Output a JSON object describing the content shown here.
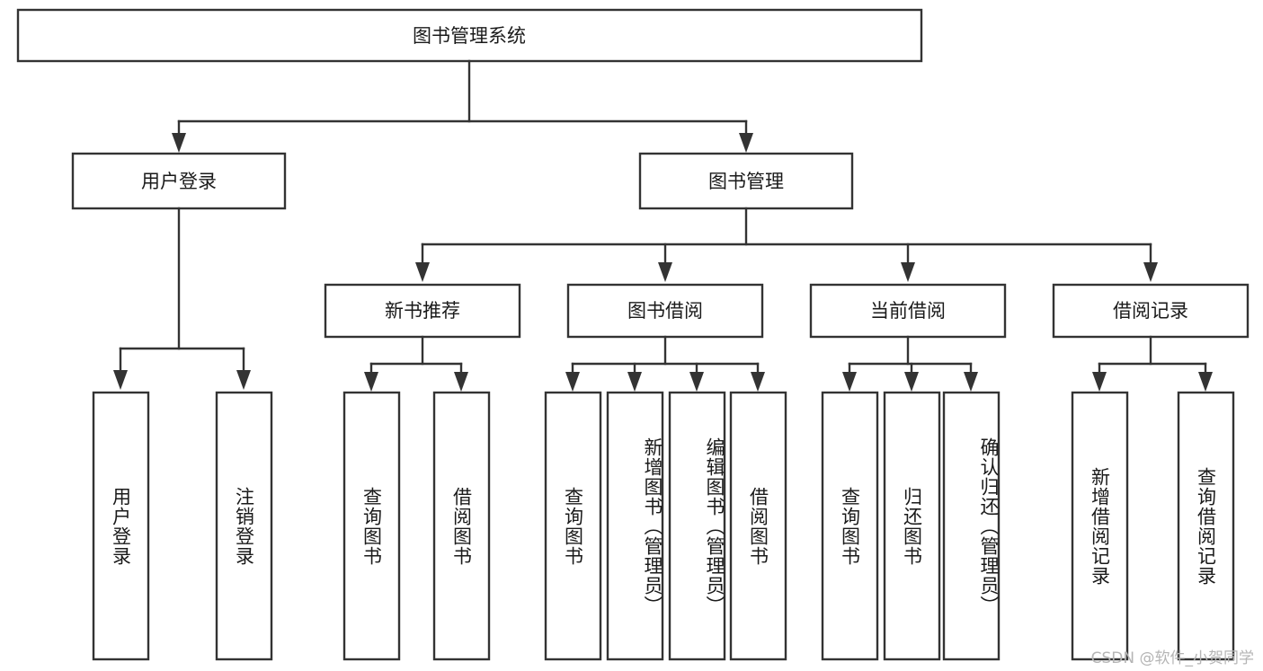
{
  "diagram": {
    "type": "tree-hierarchy",
    "title": "图书管理系统",
    "watermark": "CSDN @软件_小贺同学",
    "colors": {
      "box_stroke": "#333333",
      "box_fill": "#ffffff",
      "text": "#1a1a1a",
      "background": "#ffffff",
      "watermark": "#b5b5b5"
    },
    "root": {
      "label": "图书管理系统"
    },
    "level2": [
      {
        "label": "用户登录"
      },
      {
        "label": "图书管理"
      }
    ],
    "level3": [
      {
        "label": "新书推荐"
      },
      {
        "label": "图书借阅"
      },
      {
        "label": "当前借阅"
      },
      {
        "label": "借阅记录"
      }
    ],
    "leaves": {
      "user_login": [
        {
          "label": "用户登录"
        },
        {
          "label": "注销登录"
        }
      ],
      "new_book_recommend": [
        {
          "label": "查询图书"
        },
        {
          "label": "借阅图书"
        }
      ],
      "book_borrow": [
        {
          "label": "查询图书"
        },
        {
          "label": "新增图书（管理员）"
        },
        {
          "label": "编辑图书（管理员）"
        },
        {
          "label": "借阅图书"
        }
      ],
      "current_borrow": [
        {
          "label": "查询图书"
        },
        {
          "label": "归还图书"
        },
        {
          "label": "确认归还（管理员）"
        }
      ],
      "borrow_records": [
        {
          "label": "新增借阅记录"
        },
        {
          "label": "查询借阅记录"
        }
      ]
    }
  }
}
